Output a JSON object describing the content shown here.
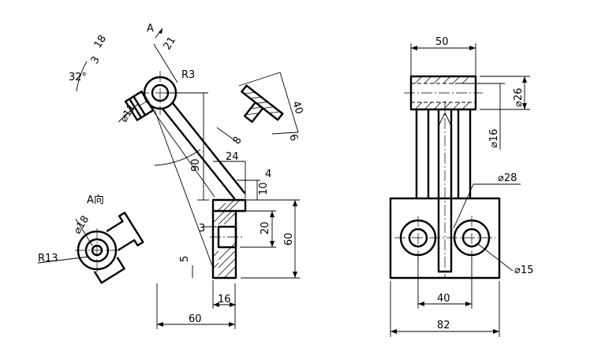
{
  "view_label": {
    "section": "A",
    "arrow_view": "A向"
  },
  "dimensions": {
    "r3": "R3",
    "d21": "21",
    "d18": "18",
    "d3a": "3",
    "ang32": "32°",
    "phi11": "⌀11",
    "d40a": "40",
    "d6": "6",
    "d8": "8",
    "d90": "90",
    "d24": "24",
    "d4": "4",
    "d10": "10",
    "d3b": "3",
    "d20": "20",
    "d60v": "60",
    "d5": "5",
    "d16": "16",
    "d60h": "60",
    "phi18": "⌀18",
    "r13": "R13",
    "d50": "50",
    "phi26": "⌀26",
    "phi16": "⌀16",
    "phi28": "⌀28",
    "phi15": "⌀15",
    "d40b": "40",
    "d82": "82"
  }
}
